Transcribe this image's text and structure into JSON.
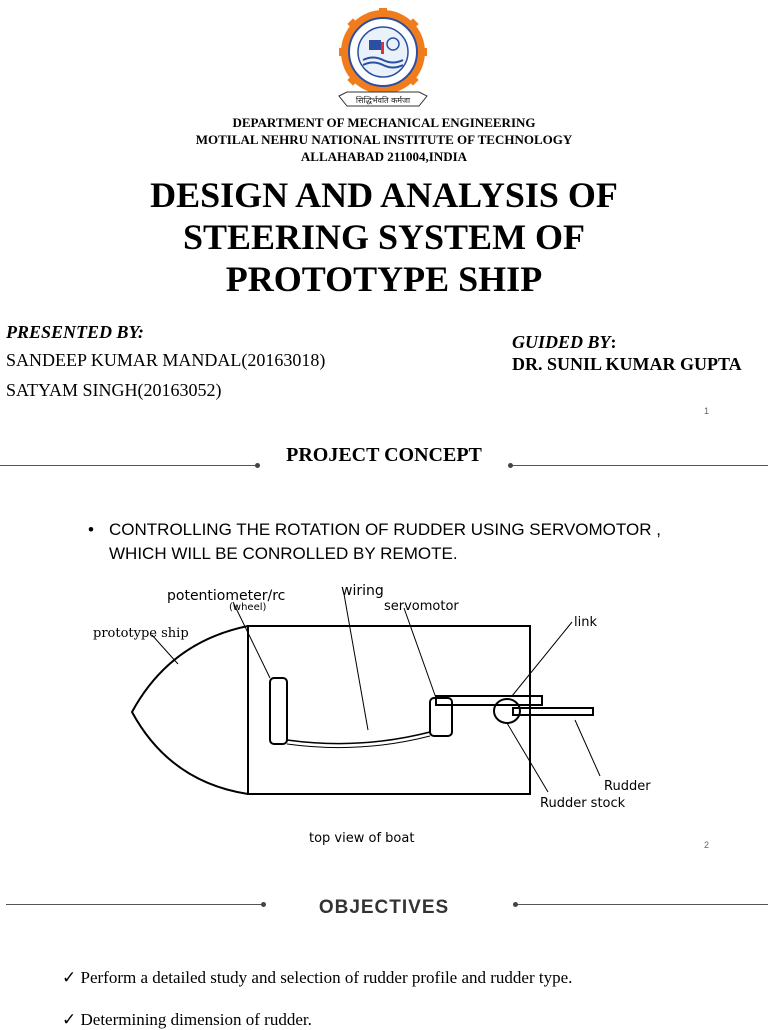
{
  "slide1": {
    "logo_motto": "सिद्धिर्भवति कर्मजा",
    "department_lines": [
      "DEPARTMENT OF MECHANICAL ENGINEERING",
      "MOTILAL NEHRU NATIONAL INSTITUTE OF TECHNOLOGY",
      "ALLAHABAD 211004,INDIA"
    ],
    "title_lines": [
      "DESIGN AND ANALYSIS OF",
      "STEERING SYSTEM OF",
      "PROTOTYPE SHIP"
    ],
    "presented_by_label": "PRESENTED BY:",
    "presenters": [
      "SANDEEP KUMAR MANDAL(20163018)",
      "SATYAM SINGH(20163052)"
    ],
    "guided_by_label": "GUIDED BY",
    "guided_by_colon": ":",
    "guide_name": "DR. SUNIL KUMAR GUPTA",
    "page_number": "1"
  },
  "slide2": {
    "section_title": "PROJECT CONCEPT",
    "bullet_mark": "•",
    "bullets": [
      "CONTROLLING THE ROTATION OF RUDDER USING SERVOMOTOR , WHICH WILL BE CONROLLED BY REMOTE."
    ],
    "diagram_labels": {
      "potentiometer": "potentiometer/rc",
      "wheel": "(wheel)",
      "wiring": "wiring",
      "servomotor": "servomotor",
      "link": "link",
      "prototype_ship": "prototype ship",
      "rudder": "Rudder",
      "rudder_stock": "Rudder stock",
      "caption": "top view of boat"
    },
    "page_number": "2"
  },
  "slide3": {
    "section_title": "OBJECTIVES",
    "check_mark": "✓",
    "objectives": [
      "Perform a detailed study and selection of rudder profile and rudder type.",
      "Determining dimension of rudder."
    ]
  },
  "colors": {
    "text": "#000000",
    "rule": "#555555",
    "logo_orange": "#f07c1c",
    "logo_blue": "#2b4fa3"
  }
}
